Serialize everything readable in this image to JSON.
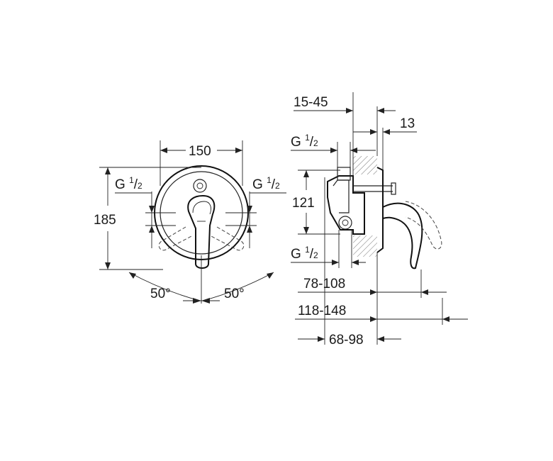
{
  "front_view": {
    "width_label": "150",
    "height_label": "185",
    "inlet_left": {
      "prefix": "G ",
      "num": "1",
      "den": "2"
    },
    "inlet_right": {
      "prefix": "G ",
      "num": "1",
      "den": "2"
    },
    "angle_left": "50°",
    "angle_right": "50°"
  },
  "side_view": {
    "dim_15_45": "15-45",
    "dim_13": "13",
    "inlet_top": {
      "prefix": "G ",
      "num": "1",
      "den": "2"
    },
    "dim_121": "121",
    "inlet_bottom": {
      "prefix": "G ",
      "num": "1",
      "den": "2"
    },
    "dim_78_108": "78-108",
    "dim_118_148": "118-148",
    "dim_68_98": "68-98"
  }
}
